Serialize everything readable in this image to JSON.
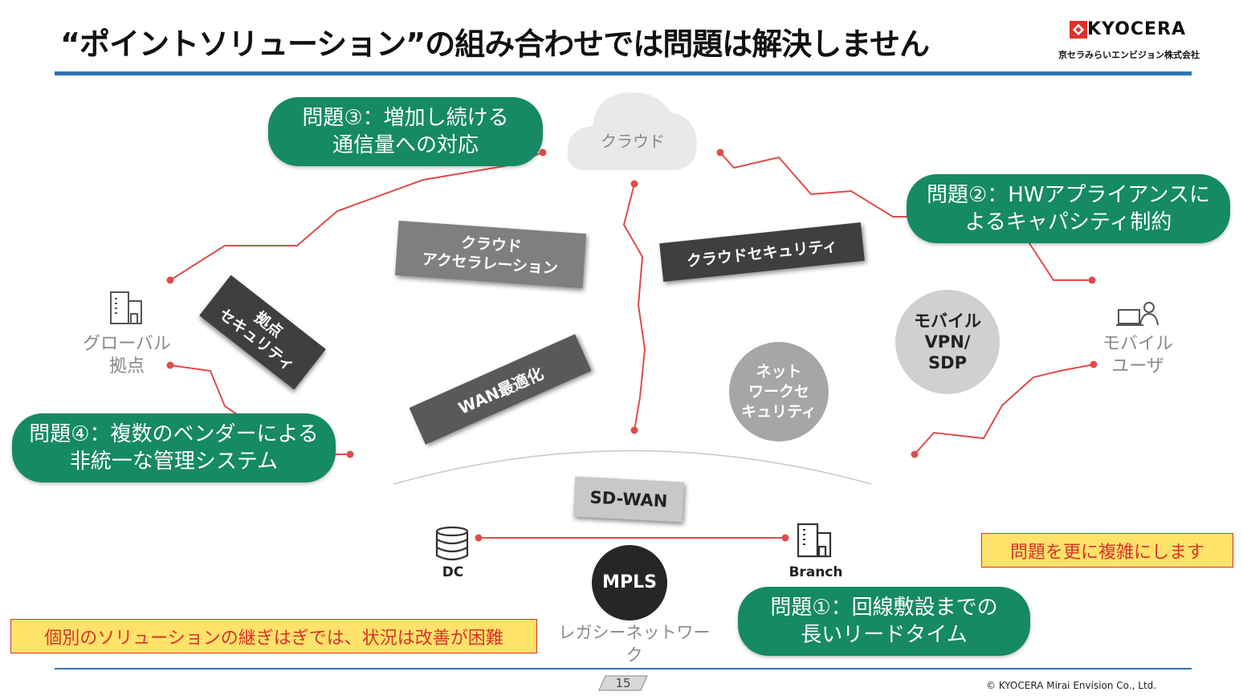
{
  "title": "“ポイントソリューション”の組み合わせでは問題は解決しません",
  "logo": {
    "brand": "KYOCERA",
    "company": "京セラみらいエンビジョン株式会社"
  },
  "problems": {
    "p3": [
      "問題③：増加し続ける",
      "通信量への対応"
    ],
    "p2": [
      "問題②：HWアプライアンスに",
      "よるキャパシティ制約"
    ],
    "p4": [
      "問題④：複数のベンダーによる",
      "非統一な管理システム"
    ],
    "p1": [
      "問題①：回線敷設までの",
      "長いリードタイム"
    ]
  },
  "cloud_label": "クラウド",
  "solutions": {
    "cloud_accel": [
      "クラウド",
      "アクセラレーション"
    ],
    "cloud_security": "クラウドセキュリティ",
    "site_security": [
      "拠点",
      "セキュリティ"
    ],
    "wan_opt": "WAN最適化",
    "sd_wan": "SD-WAN",
    "net_security": [
      "ネット",
      "ワークセ",
      "キュリティ"
    ],
    "mobile_vpn": [
      "モバイル",
      "VPN/",
      "SDP"
    ],
    "mpls": "MPLS"
  },
  "endpoints": {
    "global_site": [
      "グローバル",
      "拠点"
    ],
    "mobile_user": [
      "モバイル",
      "ユーザ"
    ],
    "dc": "DC",
    "branch": "Branch",
    "legacy": "レガシーネットワーク"
  },
  "callouts": {
    "complex": "問題を更に複雑にします",
    "individual": "個別のソリューションの継ぎはぎでは、状況は改善が困難"
  },
  "footer": {
    "page": "15",
    "copyright": "© KYOCERA Mirai Envision Co., Ltd."
  },
  "colors": {
    "green": "#158A64",
    "red_line": "#E04B4B",
    "blue_rule": "#2E74B5",
    "callout_bg": "#FFE26A"
  }
}
